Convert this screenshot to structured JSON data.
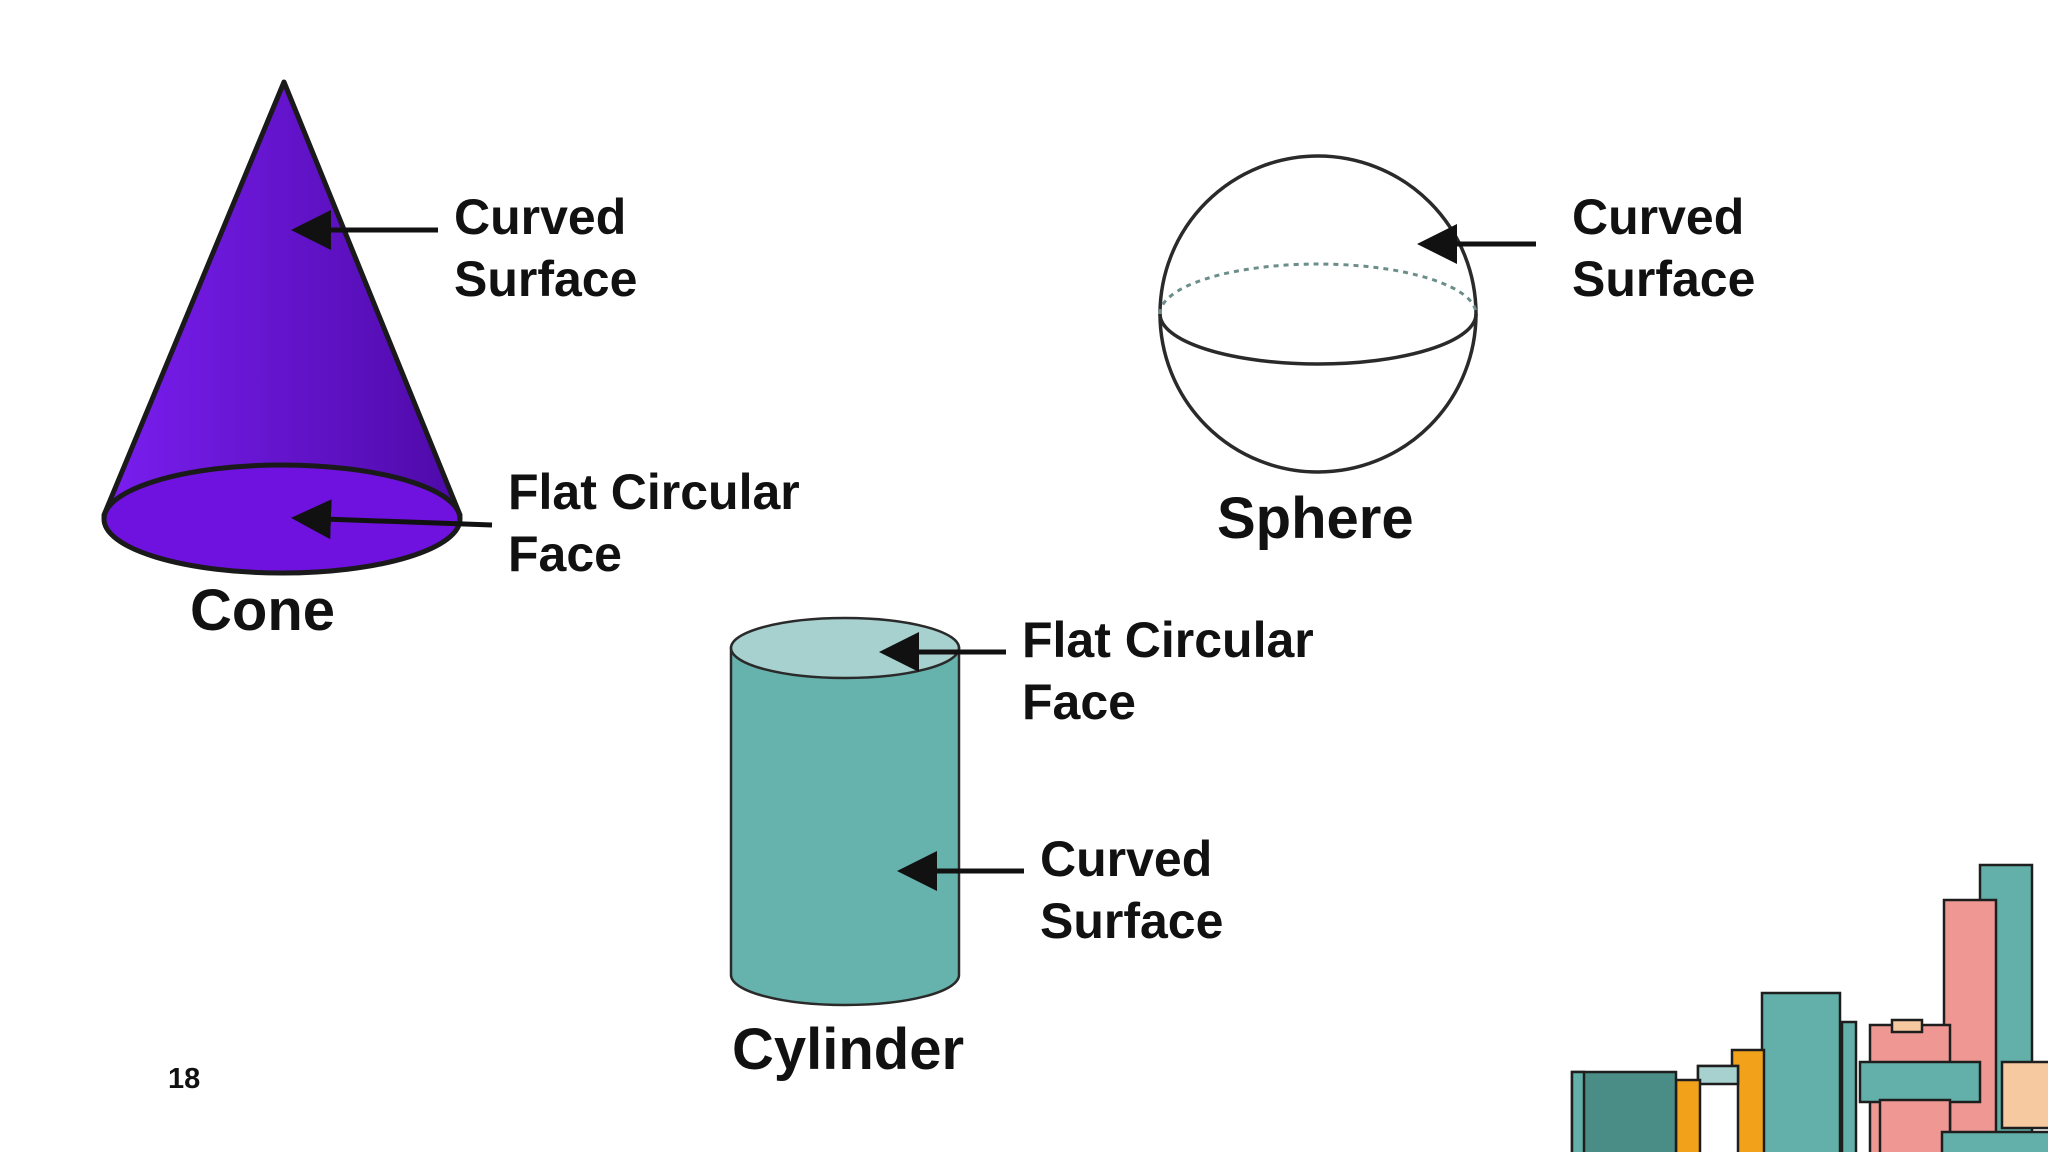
{
  "slide": {
    "page_number": "18"
  },
  "cone": {
    "name": "Cone",
    "fill_color": "#6a10d6",
    "curved_surface": {
      "line1": "Curved",
      "line2": "Surface"
    },
    "flat_face": {
      "line1": "Flat Circular",
      "line2": "Face"
    }
  },
  "sphere": {
    "name": "Sphere",
    "curved_surface": {
      "line1": "Curved",
      "line2": "Surface"
    }
  },
  "cylinder": {
    "name": "Cylinder",
    "fill_color": "#66b2ac",
    "top_color": "#a6d1cf",
    "flat_face": {
      "line1": "Flat Circular",
      "line2": "Face"
    },
    "curved_surface": {
      "line1": "Curved",
      "line2": "Surface"
    }
  },
  "palette": {
    "teal": "#63b0aa",
    "dark_teal": "#4a8c86",
    "salmon": "#ef9893",
    "orange": "#f2a21a",
    "peach": "#f7c9a0"
  }
}
